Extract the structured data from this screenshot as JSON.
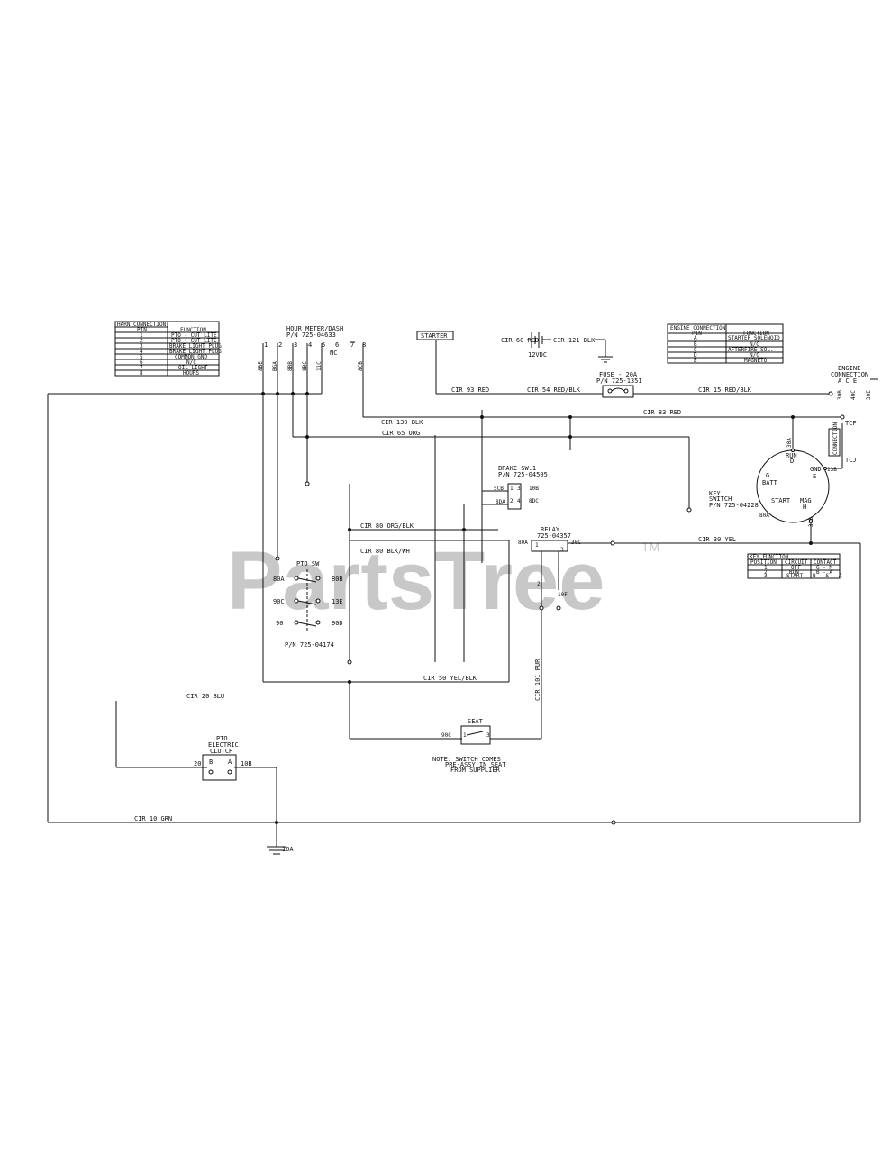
{
  "watermark": {
    "brand": "PartsTree",
    "tm": "TM"
  },
  "harness_table": {
    "title": "HARN CONNECTION",
    "col_pin": "PIN",
    "col_function": "FUNCTION",
    "rows": [
      {
        "pin": "1",
        "function": "PTO - CUT LITE"
      },
      {
        "pin": "2",
        "function": "PTO - CUT LITE"
      },
      {
        "pin": "3",
        "function": "BRAKE LIGHT PLUG"
      },
      {
        "pin": "4",
        "function": "BRAKE LIGHT PLUG"
      },
      {
        "pin": "5",
        "function": "COMMON GND"
      },
      {
        "pin": "6",
        "function": "N/C"
      },
      {
        "pin": "7",
        "function": "OIL LIGHT"
      },
      {
        "pin": "8",
        "function": "HOURS"
      }
    ]
  },
  "hour_meter": {
    "line1": "HOUR METER/DASH",
    "line2": "P/N 725-04633",
    "pins": [
      "1",
      "2",
      "3",
      "4",
      "5",
      "6",
      "7",
      "8"
    ],
    "nc": "NC",
    "wire_labels": [
      "8BE",
      "BGA",
      "8BB",
      "8BC",
      "11C",
      "8CB"
    ]
  },
  "starter": {
    "label": "STARTER"
  },
  "battery": {
    "left": "CIR 60 RED",
    "right": "CIR 121 BLK",
    "volt": "12VDC"
  },
  "engine_table": {
    "title": "ENGINE CONNECTION",
    "col_pin": "PIN",
    "col_function": "FUNCTION",
    "rows": [
      {
        "pin": "A",
        "function": "STARTER SOLENOID"
      },
      {
        "pin": "B",
        "function": "N/C"
      },
      {
        "pin": "C",
        "function": "AFTERFIRE SOL."
      },
      {
        "pin": "D",
        "function": "N/C"
      },
      {
        "pin": "E",
        "function": "MAGNETO"
      }
    ]
  },
  "fuse": {
    "line1": "FUSE - 20A",
    "line2": "P/N 725-1351"
  },
  "engine_conn": {
    "line1": "ENGINE",
    "line2": "CONNECTION",
    "pins": "A  C  E",
    "pin_labels": [
      "30B",
      "40C",
      "30E"
    ]
  },
  "circuits": {
    "c93": "CIR 93 RED",
    "c54": "CIR 54 RED/BLK",
    "c15": "CIR 15 RED/BLK",
    "c130": "CIR 130 BLK",
    "c83": "CIR 83 RED",
    "c65": "CIR 65 ORG",
    "c80a": "CIR 80 ORG/BLK",
    "c80b": "CIR 80 BLK/WH",
    "c30": "CIR 30 YEL",
    "c50": "CIR 50 YEL/BLK",
    "c20": "CIR 20 BLU",
    "c101": "CIR 101 PUR",
    "c10": "CIR 10 GRN"
  },
  "brake_switch": {
    "line1": "BRAKE SW.1",
    "line2": "P/N 725-04505",
    "pins": [
      "5CB",
      "1",
      "3",
      "10B",
      "8DA",
      "2",
      "4",
      "8DC"
    ]
  },
  "key_switch": {
    "line1": "KEY",
    "line2": "SWITCH",
    "line2b": "P/N 725-04228",
    "labels": {
      "run": "RUN",
      "d": "D",
      "gnd": "GND",
      "batt": "BATT",
      "start": "START",
      "mag": "MAG",
      "g": "G",
      "e": "E",
      "h": "H"
    },
    "pins": [
      "30A",
      "13B",
      "80A",
      "30B",
      "13A"
    ]
  },
  "relay": {
    "line1": "RELAY",
    "line2": "725-04357",
    "pins": [
      "80A",
      "1",
      "3",
      "30C",
      "2",
      "10F"
    ]
  },
  "ign_conn": {
    "label": "CONNECTION",
    "tcj": "TCJ",
    "tcf": "TCF"
  },
  "key_table": {
    "title": "KEY FUNCTION",
    "col_pos": "POSITION",
    "col_circ": "CIRCUIT",
    "col_contact": "CONTACT",
    "rows": [
      {
        "pos": "1",
        "circ": "OFF",
        "contact": "G - M"
      },
      {
        "pos": "2",
        "circ": "RUN",
        "contact": "B - A"
      },
      {
        "pos": "3",
        "circ": "START",
        "contact": "B - S - A"
      }
    ]
  },
  "pto_switch": {
    "label": "PTO SW",
    "pn": "P/N 725-04174",
    "pins": [
      "80A",
      "80B",
      "90C",
      "13E",
      "90",
      "90D"
    ]
  },
  "pto_clutch": {
    "line1": "PTO",
    "line2": "ELECTRIC",
    "line3": "CLUTCH",
    "pins": [
      "20",
      "B",
      "A",
      "10B"
    ]
  },
  "seat": {
    "label": "SEAT",
    "pins": [
      "90C",
      "1",
      "3"
    ]
  },
  "note": {
    "line1": "NOTE: SWITCH COMES",
    "line2": "PRE-ASSY IN SEAT",
    "line3": "FROM SUPPLIER"
  },
  "ground": {
    "label": "10A"
  }
}
